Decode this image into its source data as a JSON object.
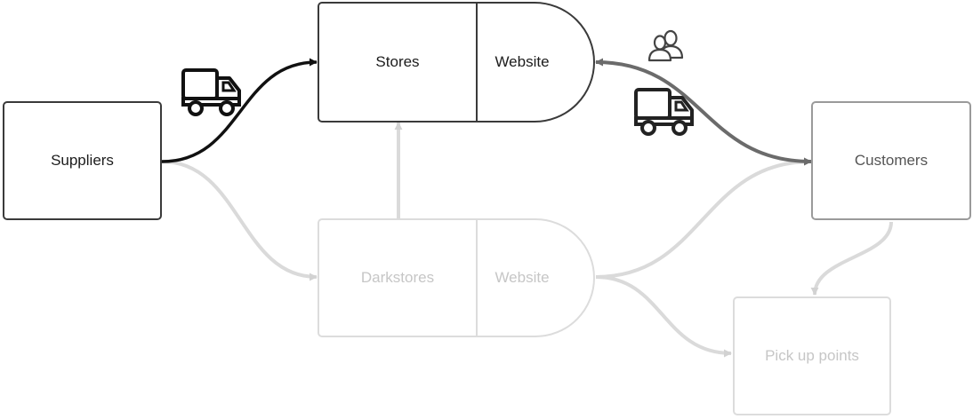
{
  "diagram": {
    "nodes": {
      "suppliers": "Suppliers",
      "stores": "Stores",
      "stores_website": "Website",
      "customers": "Customers",
      "darkstores": "Darkstores",
      "darkstores_website": "Website",
      "pickup_points": "Pick up points"
    },
    "icons": {
      "delivery_truck_left": "truck-icon",
      "delivery_truck_right": "truck-icon",
      "people": "people-icon"
    },
    "colors": {
      "dark": "#1c1c1c",
      "medium": "#6b6b6b",
      "light": "#d6d6d6"
    }
  }
}
